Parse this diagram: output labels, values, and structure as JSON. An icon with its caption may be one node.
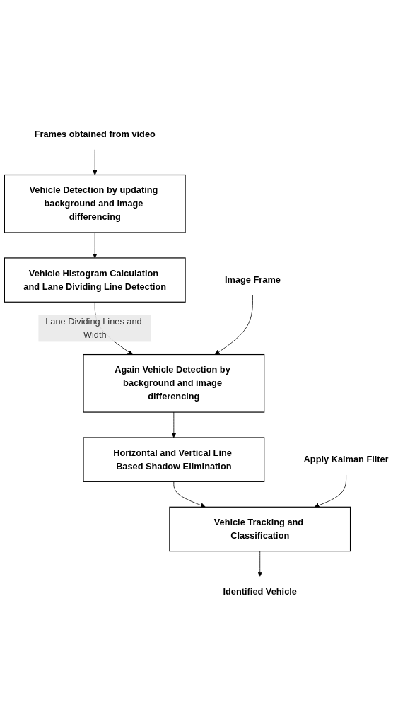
{
  "diagram": {
    "nodes": [
      {
        "text": [
          "Frames obtained from video"
        ]
      },
      {
        "text": [
          "Vehicle Detection by updating background and image differencing"
        ]
      },
      {
        "text": [
          "Vehicle Histogram Calculation and Lane Dividing Line Detection"
        ]
      },
      {
        "text": [
          "Image Frame"
        ]
      },
      {
        "text": [
          "Again Vehicle Detection by background and image differencing"
        ]
      },
      {
        "text": [
          "Horizontal and Vertical Line Based Shadow Elimination"
        ]
      },
      {
        "text": [
          "Apply Kalman Filter"
        ]
      },
      {
        "text": [
          "Vehicle Tracking and Classification"
        ]
      },
      {
        "text": [
          "Identified Vehicle"
        ]
      }
    ],
    "edges": [
      {
        "from": 0,
        "to": 1,
        "arrow": "to"
      },
      {
        "from": 1,
        "to": 2,
        "arrow": "to"
      },
      {
        "from": 2,
        "to": 4,
        "arrow": "to",
        "label": "Lane Dividing Lines and Width"
      },
      {
        "from": 3,
        "to": 4,
        "arrow": "to"
      },
      {
        "from": 4,
        "to": 5,
        "arrow": "to"
      },
      {
        "from": 5,
        "to": 7,
        "arrow": "to"
      },
      {
        "from": 6,
        "to": 7,
        "arrow": "to"
      },
      {
        "from": 7,
        "to": 8,
        "arrow": "to"
      }
    ]
  }
}
